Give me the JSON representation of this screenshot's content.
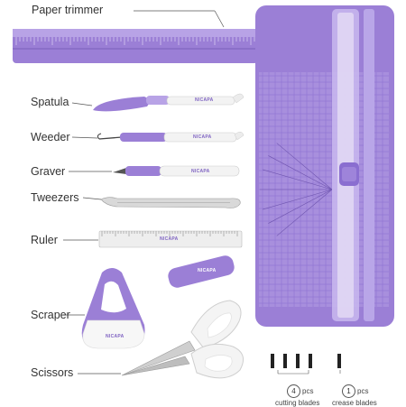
{
  "labels": {
    "paper_trimmer": "Paper trimmer",
    "spatula": "Spatula",
    "weeder": "Weeder",
    "graver": "Graver",
    "tweezers": "Tweezers",
    "ruler": "Ruler",
    "scraper": "Scraper",
    "scissors": "Scissors"
  },
  "brand": "NICAPA",
  "blades": {
    "cutting_count": "4",
    "cutting_unit": "pcs",
    "cutting_label": "cutting blades",
    "crease_count": "1",
    "crease_unit": "pcs",
    "crease_label": "crease blades"
  },
  "colors": {
    "purple": "#9b7fd6",
    "purple_dark": "#7f63c2",
    "purple_light": "#b8a3e6",
    "white": "#f7f7f7",
    "blade": "#222222"
  }
}
